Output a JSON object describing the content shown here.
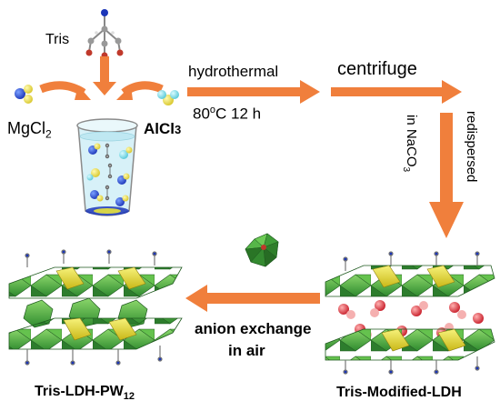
{
  "labels": {
    "tris": "Tris",
    "mgcl": "MgCl",
    "mgcl_sub": "2",
    "alcl": "AlCl",
    "alcl_sub": "3",
    "hydrothermal": "hydrothermal",
    "temp_80": "80",
    "temp_deg": "o",
    "temp_rest": "C 12 h",
    "centrifuge": "centrifuge",
    "in_naco": "in NaCO",
    "in_naco_sub": "3",
    "redispersed": "redispersed",
    "anion_exchange": "anion exchange",
    "in_air": "in air",
    "tris_ldh_pw": "Tris-LDH-PW",
    "tris_ldh_pw_sub": "12",
    "tris_modified_ldh": "Tris-Modified-LDH"
  },
  "colors": {
    "arrow": "#f07f3c",
    "octahedron_green": "#3fae3a",
    "octahedron_yellow": "#e8e23a",
    "beaker_liquid": "#cdeef7",
    "beaker_outline": "#7a7a7a",
    "carbonate_red": "#e0464a"
  }
}
